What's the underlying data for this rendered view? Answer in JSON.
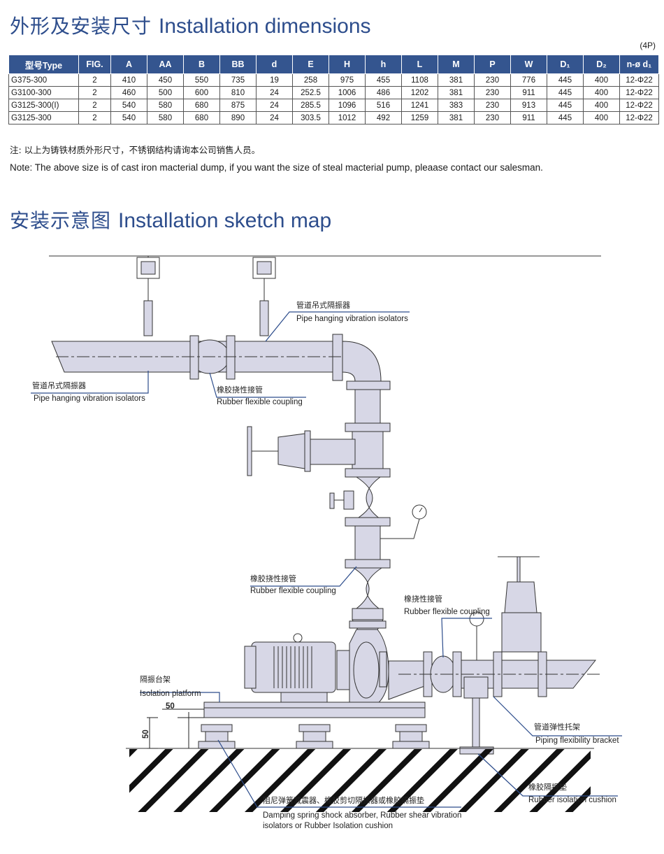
{
  "page_tag": "(4P)",
  "dimensions": {
    "title_cn": "外形及安装尺寸",
    "title_en": "Installation dimensions",
    "columns": [
      "型号Type",
      "FIG.",
      "A",
      "AA",
      "B",
      "BB",
      "d",
      "E",
      "H",
      "h",
      "L",
      "M",
      "P",
      "W",
      "D₁",
      "D₂",
      "n-ø d₁"
    ],
    "rows": [
      [
        "G375-300",
        "2",
        "410",
        "450",
        "550",
        "735",
        "19",
        "258",
        "975",
        "455",
        "1108",
        "381",
        "230",
        "776",
        "445",
        "400",
        "12-Φ22"
      ],
      [
        "G3100-300",
        "2",
        "460",
        "500",
        "600",
        "810",
        "24",
        "252.5",
        "1006",
        "486",
        "1202",
        "381",
        "230",
        "911",
        "445",
        "400",
        "12-Φ22"
      ],
      [
        "G3125-300(I)",
        "2",
        "540",
        "580",
        "680",
        "875",
        "24",
        "285.5",
        "1096",
        "516",
        "1241",
        "383",
        "230",
        "913",
        "445",
        "400",
        "12-Φ22"
      ],
      [
        "G3125-300",
        "2",
        "540",
        "580",
        "680",
        "890",
        "24",
        "303.5",
        "1012",
        "492",
        "1259",
        "381",
        "230",
        "911",
        "445",
        "400",
        "12-Φ22"
      ]
    ],
    "note_cn": "注: 以上为铸铁材质外形尺寸，不锈钢结构请询本公司销售人员。",
    "note_en": "Note: The above size is of cast iron macterial dump, if you want the size of steal macterial pump, pleaase contact our salesman."
  },
  "sketch": {
    "title_cn": "安装示意图",
    "title_en": "Installation sketch map",
    "labels": {
      "pipe_hang_top_cn": "管道吊式隔振器",
      "pipe_hang_top_en": "Pipe hanging vibration isolators",
      "pipe_hang_left_cn": "管道吊式隔振器",
      "pipe_hang_left_en": "Pipe hanging vibration isolators",
      "rubber_coupling_top_cn": "橡胶挠性接管",
      "rubber_coupling_top_en": "Rubber flexible coupling",
      "rubber_coupling_mid_cn": "橡胶挠性接管",
      "rubber_coupling_mid_en": "Rubber flexible coupling",
      "flex_coupling_right_cn": "橡挠性接管",
      "flex_coupling_right_en": "Rubber flexible coupling",
      "isolation_platform_cn": "隔振台架",
      "isolation_platform_en": "Isolation platform",
      "piping_bracket_cn": "管道弹性托架",
      "piping_bracket_en": "Piping flexibility bracket",
      "rubber_cushion_cn": "橡胶隔振垫",
      "rubber_cushion_en": "Rubber isolation cushion",
      "damping_cn": "阻尼弹簧减震器、橡胶剪切隔振器或橡胶隔振垫",
      "damping_en_1": "Damping spring shock absorber, Rubber shear vibration",
      "damping_en_2": "isolators or Rubber Isolation cushion",
      "dim_50_h": "50",
      "dim_50_v": "50"
    }
  }
}
